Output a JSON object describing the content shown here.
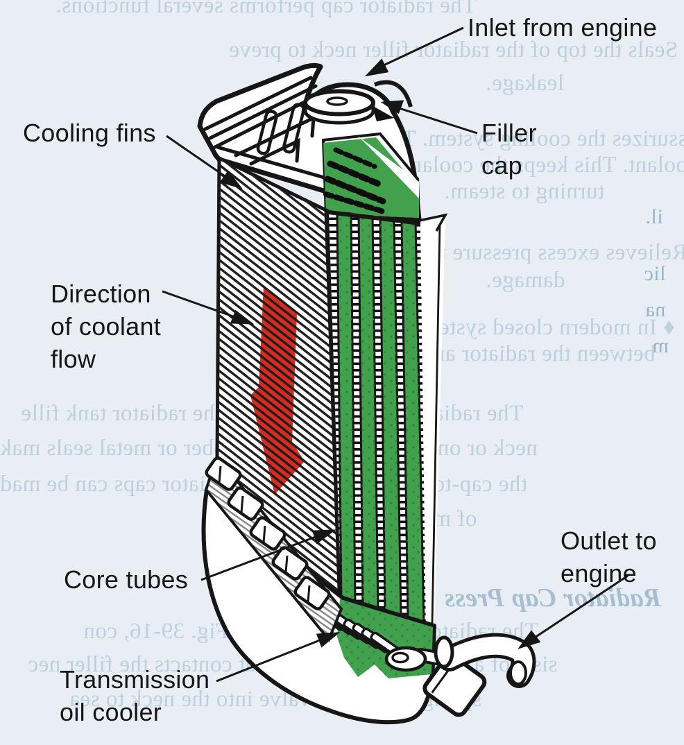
{
  "figure": {
    "subject": "Automobile radiator cutaway diagram",
    "labels": {
      "inlet_from_engine": "Inlet from engine",
      "filler_cap_1": "Filler",
      "filler_cap_2": "cap",
      "cooling_fins": "Cooling fins",
      "direction_1": "Direction",
      "direction_2": "of coolant",
      "direction_3": "flow",
      "core_tubes": "Core tubes",
      "transmission_1": "Transmission",
      "transmission_2": "oil cooler",
      "outlet_1": "Outlet to",
      "outlet_2": "engine"
    },
    "colors": {
      "line": "#161616",
      "coolant_green": "#41a14c",
      "arrow_red": "#d62b1e",
      "paper": "#ffffff",
      "page_tint": "#e9eef4",
      "bleed_text": "#9fc0d4"
    }
  },
  "bleedthrough": {
    "note": "mirrored show-through text from reverse page",
    "lines": [
      "The radiator cap performs several functions.",
      "♦   Seals the top of the radiator filler neck to preve",
      "leakage.",
      "♦   Pressurizes the cooling system. This raises the boili",
      "coolant. This keeps the coolant from boiling an",
      "turning to steam.",
      "♦   Relieves excess pressure to protect against syste",
      "damage.",
      "♦   In modern closed systems, allows coolant flo",
      "between the radiator and the coolant reservoir.",
      "The radiator cap is mounted on the radiator tank fille",
      "neck or on the reservoir tank. Rubber or metal seals mak",
      "the cap-to-neck joint airtight. Radiator caps can be mad",
      "of metal or plastic.",
      "Radiator Cap Press",
      "The radiator cap pressure valve, Fig. 39-16, con",
      "sists of a spring-loaded valve that contacts the filler nec",
      "spring pushes the valve into the neck to sea"
    ],
    "fragments": [
      "il.",
      "lic",
      "na",
      "m"
    ]
  }
}
